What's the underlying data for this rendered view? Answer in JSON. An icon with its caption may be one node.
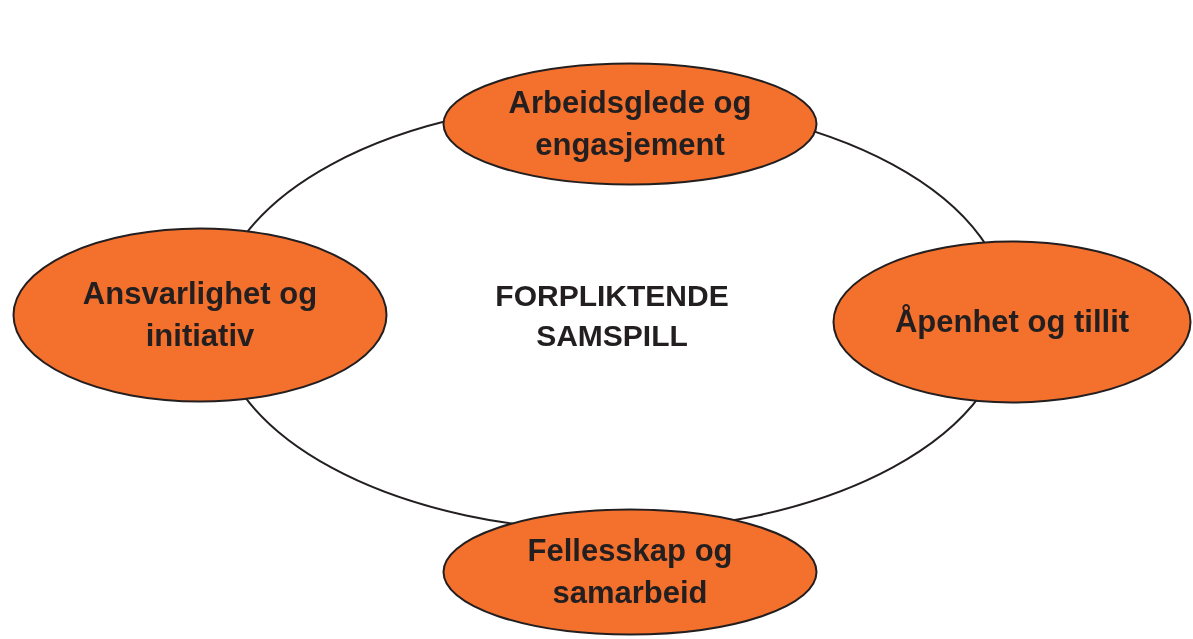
{
  "diagram": {
    "nodes": [
      {
        "text": [
          "FORPLIKTENDE SAMSPILL"
        ]
      },
      {
        "text": [
          "Arbeidsglede og engasjement"
        ]
      },
      {
        "text": [
          "Ansvarlighet og initiativ"
        ]
      },
      {
        "text": [
          "Åpenhet og tillit"
        ]
      },
      {
        "text": [
          "Fellesskap og samarbeid"
        ]
      }
    ]
  }
}
